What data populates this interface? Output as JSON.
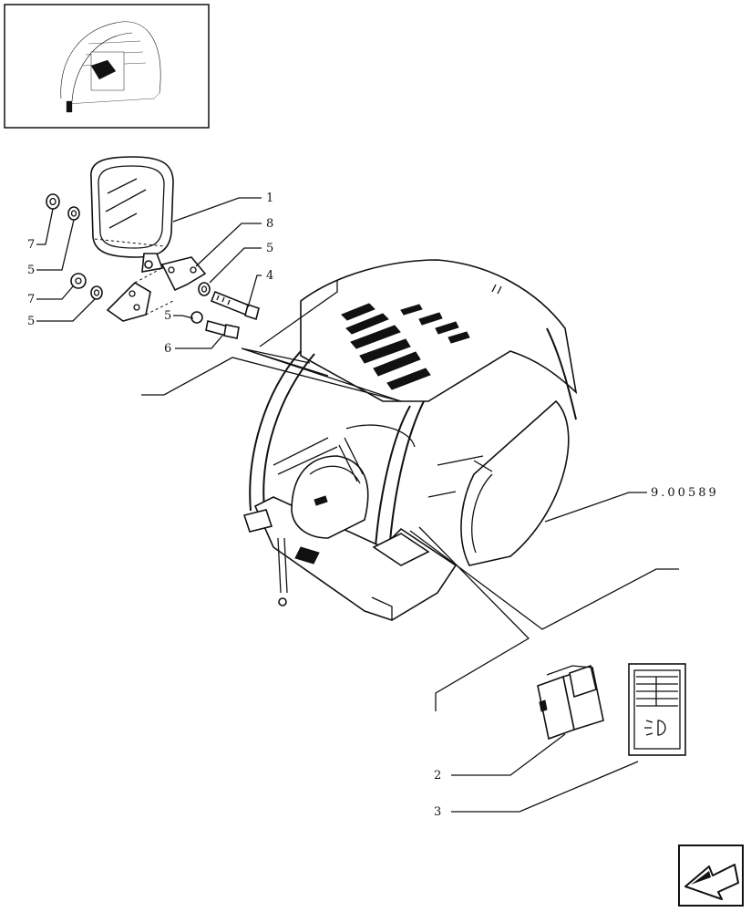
{
  "labels": {
    "n1": "1",
    "n8": "8",
    "n5a": "5",
    "n4": "4",
    "n7a": "7",
    "n5b": "5",
    "n7b": "7",
    "n5c": "5",
    "n5d": "5",
    "n6": "6",
    "n2": "2",
    "n3": "3"
  },
  "reference": "9.00589",
  "icons": {
    "thumbnail": "cab-overview-thumbnail",
    "nav": "previous-page-arrow-icon",
    "decal": "work-light-decal-icon"
  }
}
